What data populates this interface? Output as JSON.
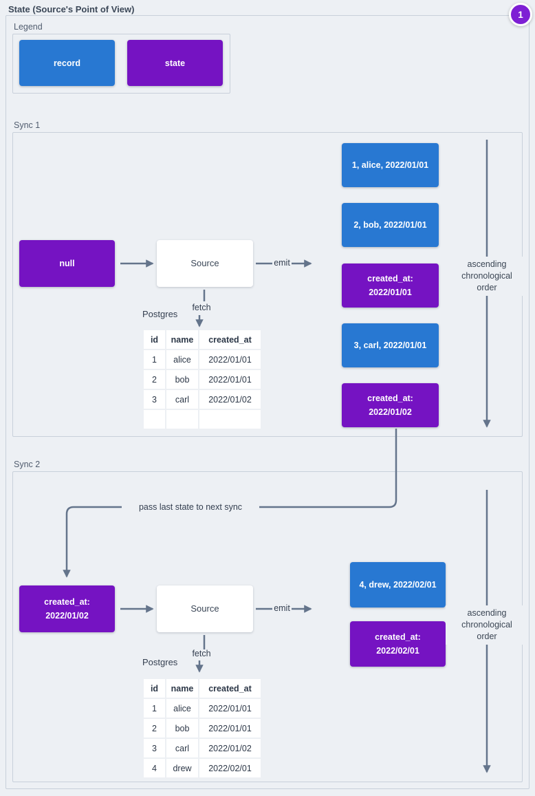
{
  "title": "State (Source's Point of View)",
  "badge": {
    "label": "1"
  },
  "colors": {
    "record": "#2878d2",
    "state": "#7513c2",
    "badge": "#7e1fd4",
    "arrow": "#64748b",
    "frame_border": "#c8d0da",
    "background": "#edf0f4",
    "text_dark": "#333e4f",
    "text_muted": "#505c6e"
  },
  "legend": {
    "label": "Legend",
    "items": [
      {
        "type": "record",
        "label": "record"
      },
      {
        "type": "state",
        "label": "state"
      }
    ]
  },
  "sync1": {
    "label": "Sync 1",
    "input_state": {
      "text": "null"
    },
    "source_label": "Source",
    "emit_label": "emit",
    "fetch_label": "fetch",
    "db_label": "Postgres",
    "table": {
      "headers": [
        "id",
        "name",
        "created_at"
      ],
      "rows": [
        [
          "1",
          "alice",
          "2022/01/01"
        ],
        [
          "2",
          "bob",
          "2022/01/01"
        ],
        [
          "3",
          "carl",
          "2022/01/02"
        ],
        [
          "",
          "",
          ""
        ]
      ]
    },
    "stream": [
      {
        "type": "record",
        "text": "1, alice, 2022/01/01"
      },
      {
        "type": "record",
        "text": "2, bob, 2022/01/01"
      },
      {
        "type": "state",
        "line1": "created_at:",
        "line2": "2022/01/01"
      },
      {
        "type": "record",
        "text": "3, carl, 2022/01/01"
      },
      {
        "type": "state",
        "line1": "created_at:",
        "line2": "2022/01/02"
      }
    ],
    "order_note": {
      "line1": "ascending",
      "line2": "chronological",
      "line3": "order"
    }
  },
  "pass_label": "pass last state to next sync",
  "sync2": {
    "label": "Sync 2",
    "input_state": {
      "line1": "created_at:",
      "line2": "2022/01/02"
    },
    "source_label": "Source",
    "emit_label": "emit",
    "fetch_label": "fetch",
    "db_label": "Postgres",
    "table": {
      "headers": [
        "id",
        "name",
        "created_at"
      ],
      "rows": [
        [
          "1",
          "alice",
          "2022/01/01"
        ],
        [
          "2",
          "bob",
          "2022/01/01"
        ],
        [
          "3",
          "carl",
          "2022/01/02"
        ],
        [
          "4",
          "drew",
          "2022/02/01"
        ]
      ]
    },
    "stream": [
      {
        "type": "record",
        "text": "4, drew, 2022/02/01"
      },
      {
        "type": "state",
        "line1": "created_at:",
        "line2": "2022/02/01"
      }
    ],
    "order_note": {
      "line1": "ascending",
      "line2": "chronological",
      "line3": "order"
    }
  }
}
